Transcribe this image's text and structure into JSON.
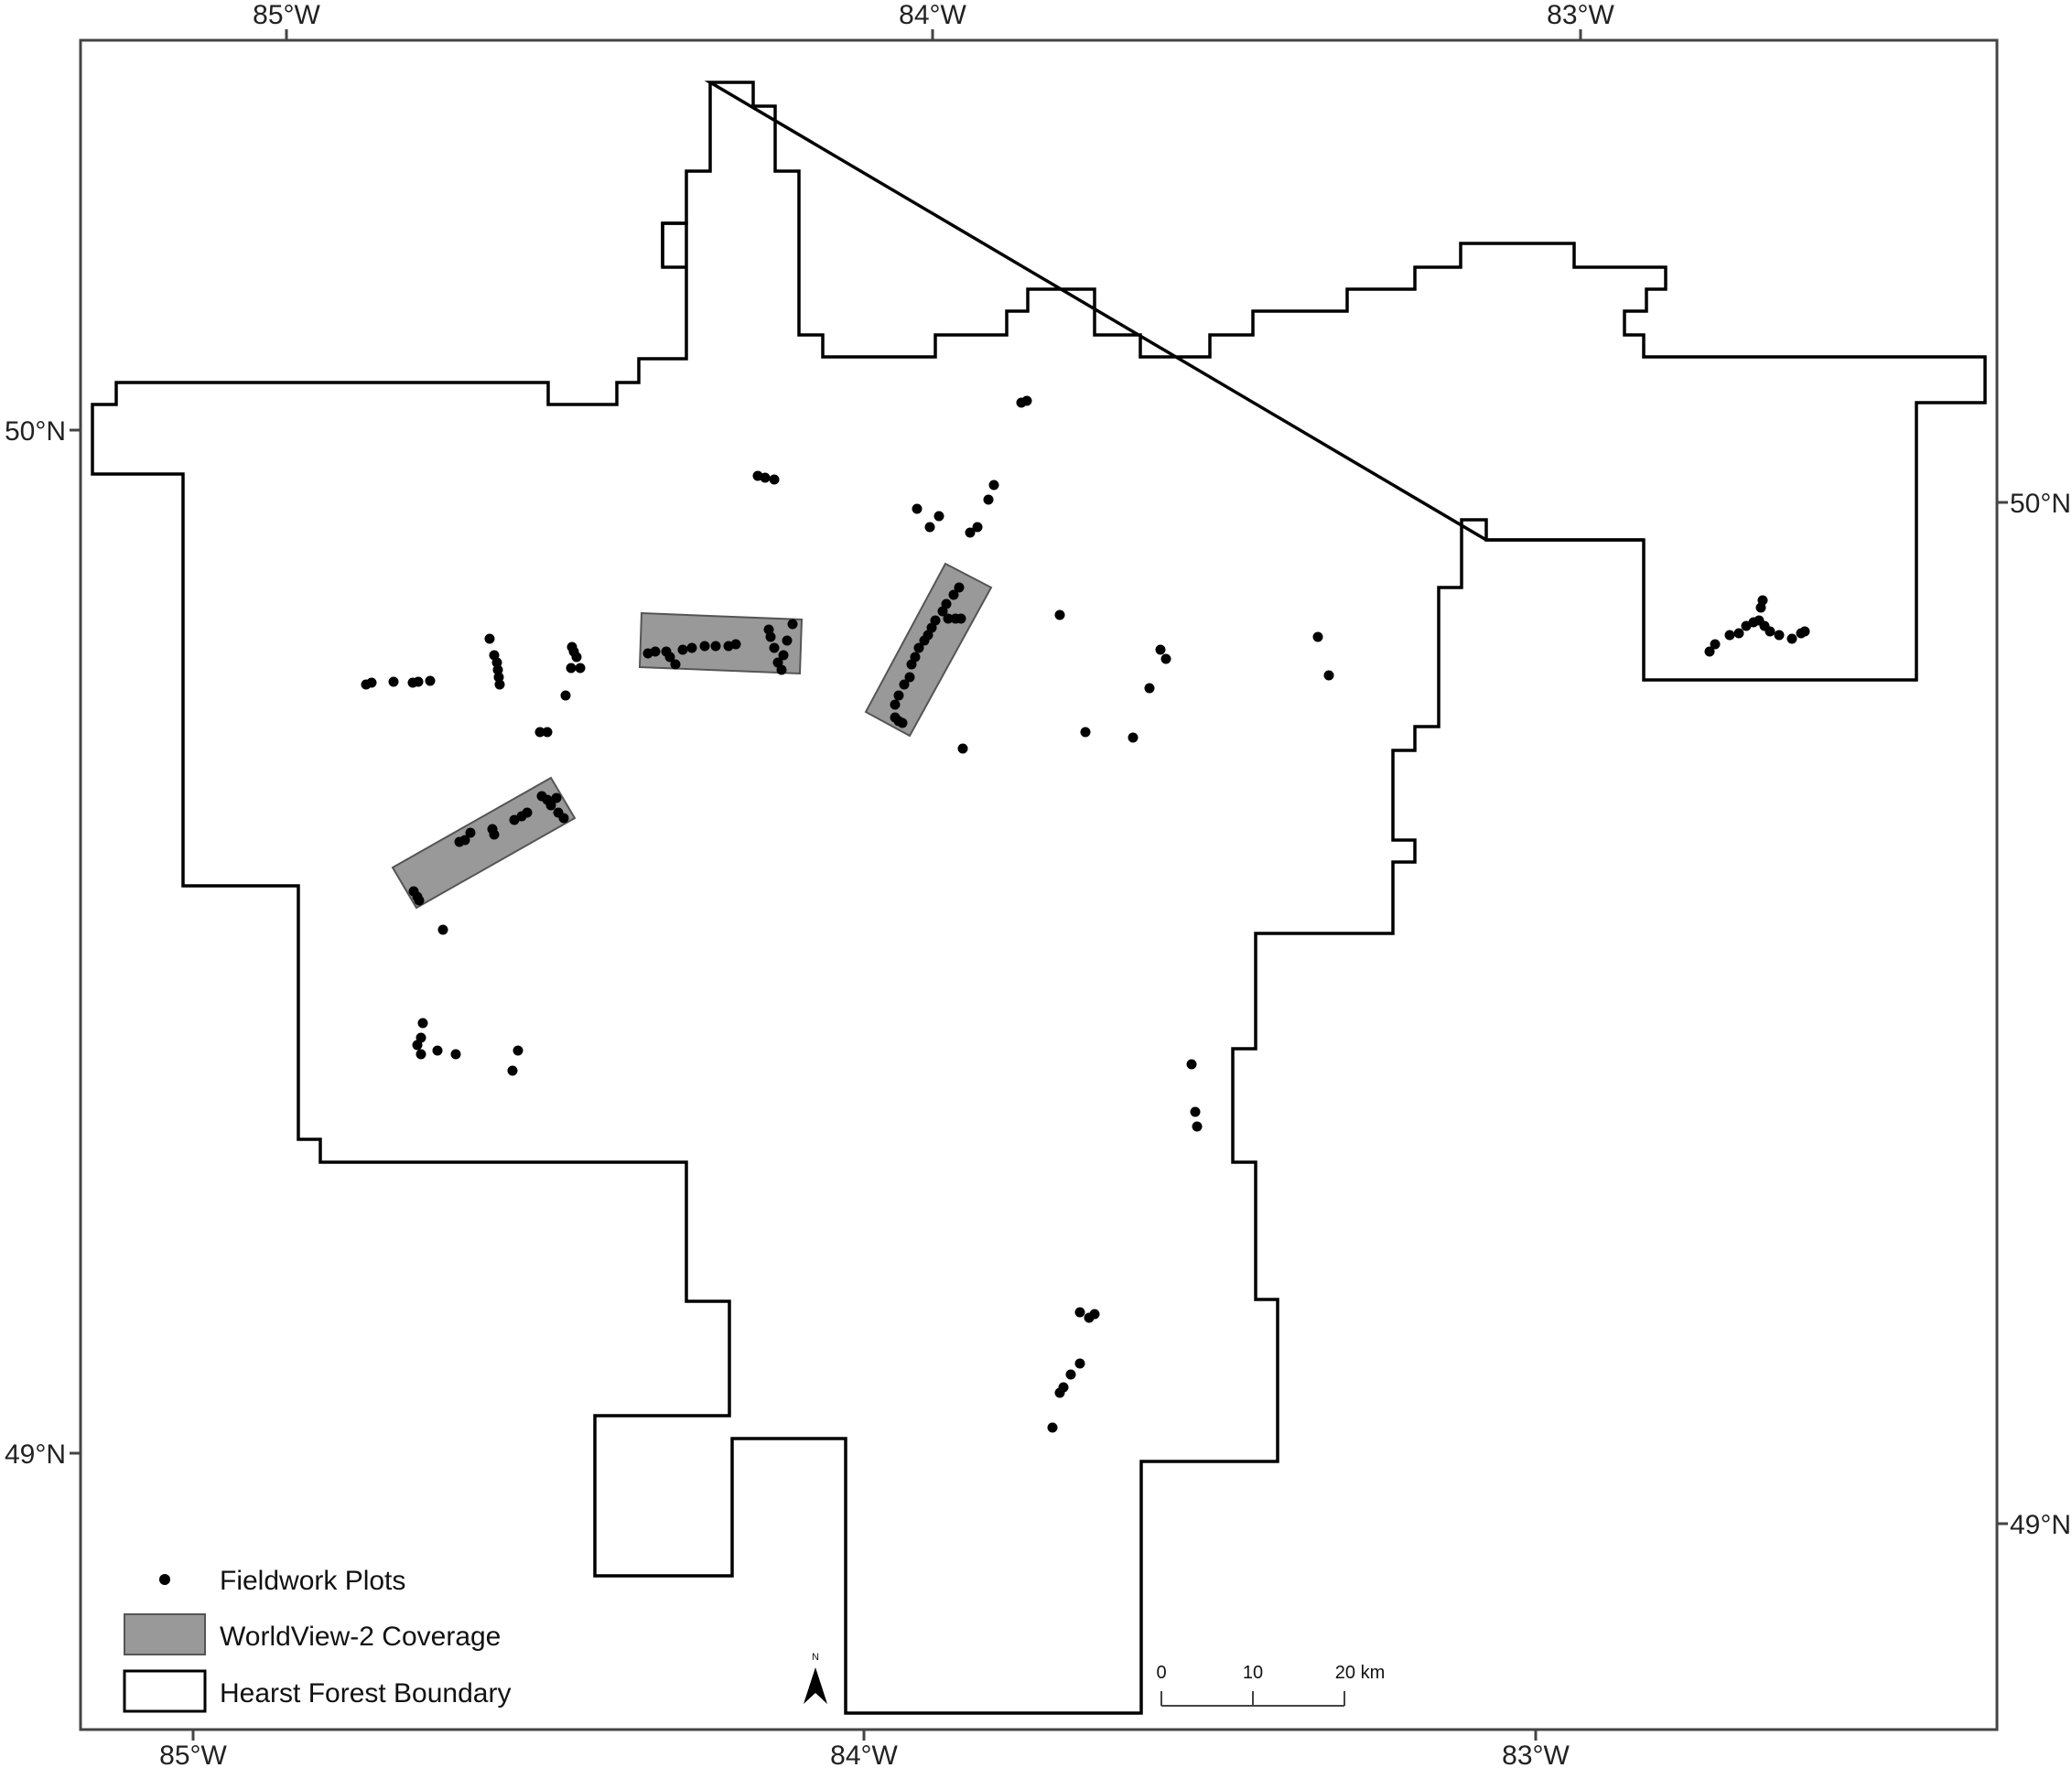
{
  "colors": {
    "frame": "#444444",
    "boundary": "#000000",
    "coverage_fill": "#999999",
    "coverage_stroke": "#555555",
    "plot": "#000000",
    "background": "#ffffff"
  },
  "ticks": {
    "top": [
      "85°W",
      "84°W",
      "83°W"
    ],
    "bottom": [
      "85°W",
      "84°W",
      "83°W"
    ],
    "left": [
      "50°N",
      "49°N"
    ],
    "right": [
      "50°N",
      "49°N"
    ]
  },
  "legend": {
    "plots_label": "Fieldwork Plots",
    "coverage_label": "WorldView-2 Coverage",
    "boundary_label": "Hearst Forest Boundary"
  },
  "north_arrow": {
    "label": "N",
    "icon": "north-arrow-icon"
  },
  "scale_bar": {
    "labels": [
      "0",
      "10",
      "20 km"
    ]
  }
}
